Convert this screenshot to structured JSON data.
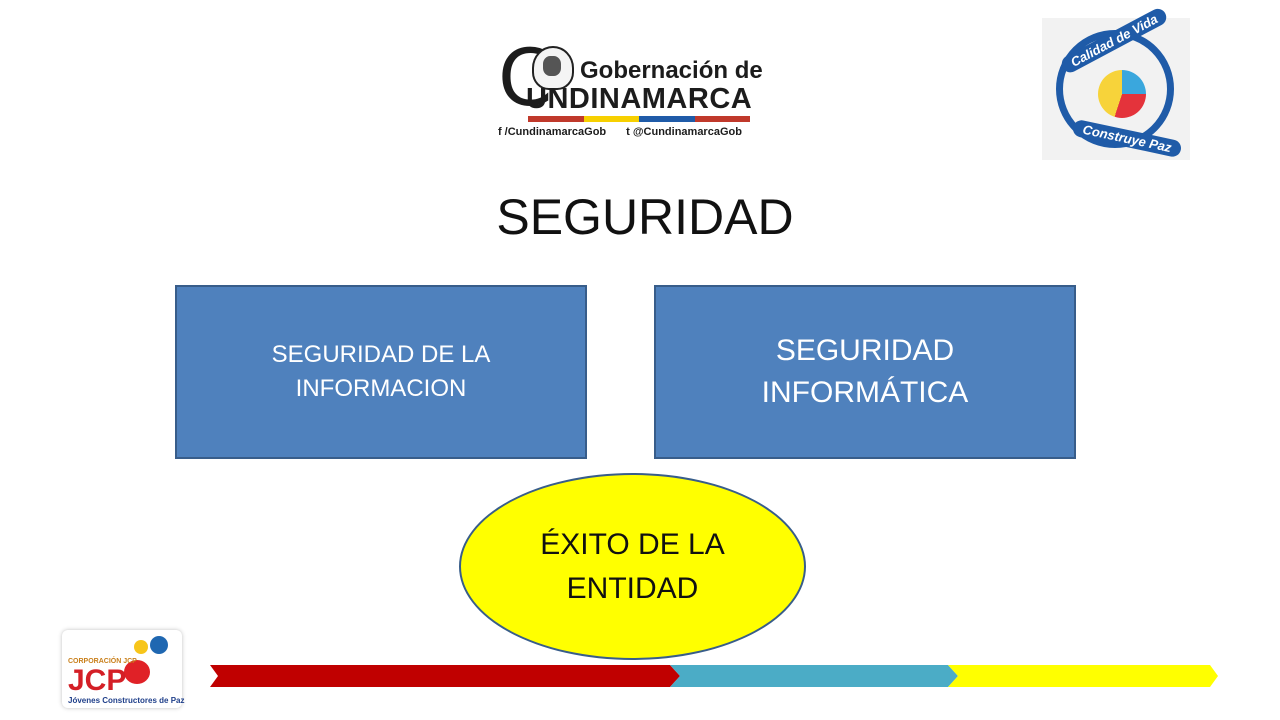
{
  "header": {
    "gob_logo": {
      "c_letter": "C",
      "line1": "Gobernación de",
      "line2": "UNDINAMARCA",
      "facebook": "/CundinamarcaGob",
      "twitter": "@CundinamarcaGob",
      "facebook_icon": "f",
      "twitter_icon": "t",
      "bar_colors": [
        "#c0392b",
        "#f7d000",
        "#1f5ba8",
        "#c0392b"
      ]
    },
    "cv_logo": {
      "top_text": "Calidad de Vida",
      "bottom_text": "Construye Paz"
    }
  },
  "title": "SEGURIDAD",
  "diagram": {
    "box_left": "SEGURIDAD DE LA INFORMACION",
    "box_right": "SEGURIDAD INFORMÁTICA",
    "ellipse": "ÉXITO DE LA ENTIDAD",
    "box_fill": "#4f81bd",
    "ellipse_fill": "#ffff00"
  },
  "footer": {
    "jcp_logo": {
      "top": "CORPORACIÓN JCP",
      "main": "JCP",
      "sub": "Jóvenes Constructores de Paz"
    },
    "stripe_colors": [
      "#c00000",
      "#4bacc6",
      "#ffff00"
    ]
  }
}
